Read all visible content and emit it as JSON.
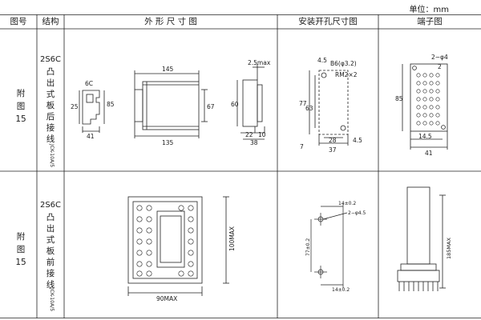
{
  "unit_label": "单位：mm",
  "headers": {
    "figure_no": "图号",
    "structure": "结构",
    "outline_dims": "外 形 尺 寸 图",
    "mount_dims": "安装开孔尺寸图",
    "terminal": "端子图"
  },
  "rows": [
    {
      "figure_label": [
        "附",
        "图",
        "15"
      ],
      "model": "2S6C",
      "structure_text": [
        "凸",
        "出",
        "式",
        "板",
        "后",
        "接",
        "线"
      ],
      "series": "JCK-10A/5",
      "outline": {
        "d_6c": "6C",
        "d_25": "25",
        "d_85": "85",
        "d_41": "41",
        "d_145": "145",
        "d_135": "135",
        "d_67": "67",
        "d_25max": "2.5max",
        "d_60": "60",
        "d_22": "22",
        "d_10": "10",
        "d_38": "38"
      },
      "mount": {
        "d_45a": "4.5",
        "d_b6": "B6(φ3.2)",
        "d_rm": "RM2×2",
        "d_77": "77",
        "d_63": "63",
        "d_7": "7",
        "d_28": "28",
        "d_45b": "4.5",
        "d_37": "37"
      },
      "terminal": {
        "d_2phi4": "2−φ4",
        "d_2": "2",
        "d_85": "85",
        "d_145": "14.5",
        "d_41": "41"
      }
    },
    {
      "figure_label": [
        "附",
        "图",
        "15"
      ],
      "model": "2S6C",
      "structure_text": [
        "凸",
        "出",
        "式",
        "板",
        "前",
        "接",
        "线"
      ],
      "series": "JCK-10A/5",
      "outline": {
        "d_100max": "100MAX",
        "d_90max": "90MAX"
      },
      "mount": {
        "d_14a": "14±0.2",
        "d_2phi45": "2−φ4.5",
        "d_77": "77±0.2",
        "d_14b": "14±0.2"
      },
      "terminal": {
        "d_185max": "185MAX"
      }
    }
  ]
}
